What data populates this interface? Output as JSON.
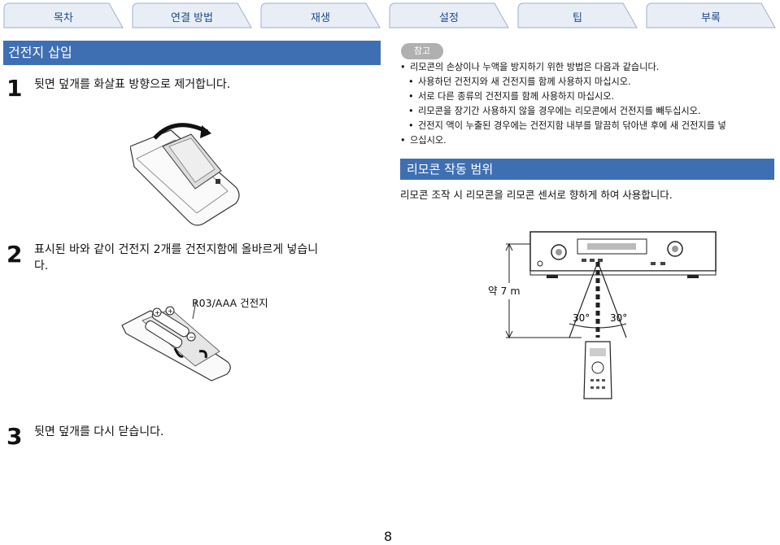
{
  "tabs": [
    "목차",
    "연결 방법",
    "재생",
    "설정",
    "팁",
    "부록"
  ],
  "section_title": "건전지 삽입",
  "steps": [
    {
      "num": "1",
      "text": "뒷면 덮개를 화살표 방향으로 제거합니다."
    },
    {
      "num": "2",
      "text_line1": "표시된 바와 같이 건전지 2개를 건전지함에 올바르게 넣습니",
      "text_line2": "다."
    },
    {
      "num": "3",
      "text": "뒷면 덮개를 다시 닫습니다."
    }
  ],
  "battery_label": "R03/AAA 건전지",
  "note": {
    "badge": "참고",
    "items": [
      "리모콘의 손상이나 누액을 방지하기 위한 방법은 다음과 같습니다.",
      "사용하던 건전지와 새 건전지를 함께 사용하지 마십시오.",
      "서로 다른 종류의 건전지를 함께 사용하지 마십시오.",
      "리모콘을 장기간 사용하지 않을 경우에는 리모콘에서 건전지를 빼두십시오.",
      "건전지 액이 누출된 경우에는 건전지함 내부를 말끔히 닦아낸 후에 새 건전지를 넣",
      "으십시오."
    ]
  },
  "range": {
    "title": "리모콘 작동 범위",
    "text": "리모콘 조작 시 리모콘을 리모콘 센서로 향하게 하여 사용합니다.",
    "distance": "약 7 m",
    "angle_left": "30°",
    "angle_right": "30°"
  },
  "page_number": "8"
}
